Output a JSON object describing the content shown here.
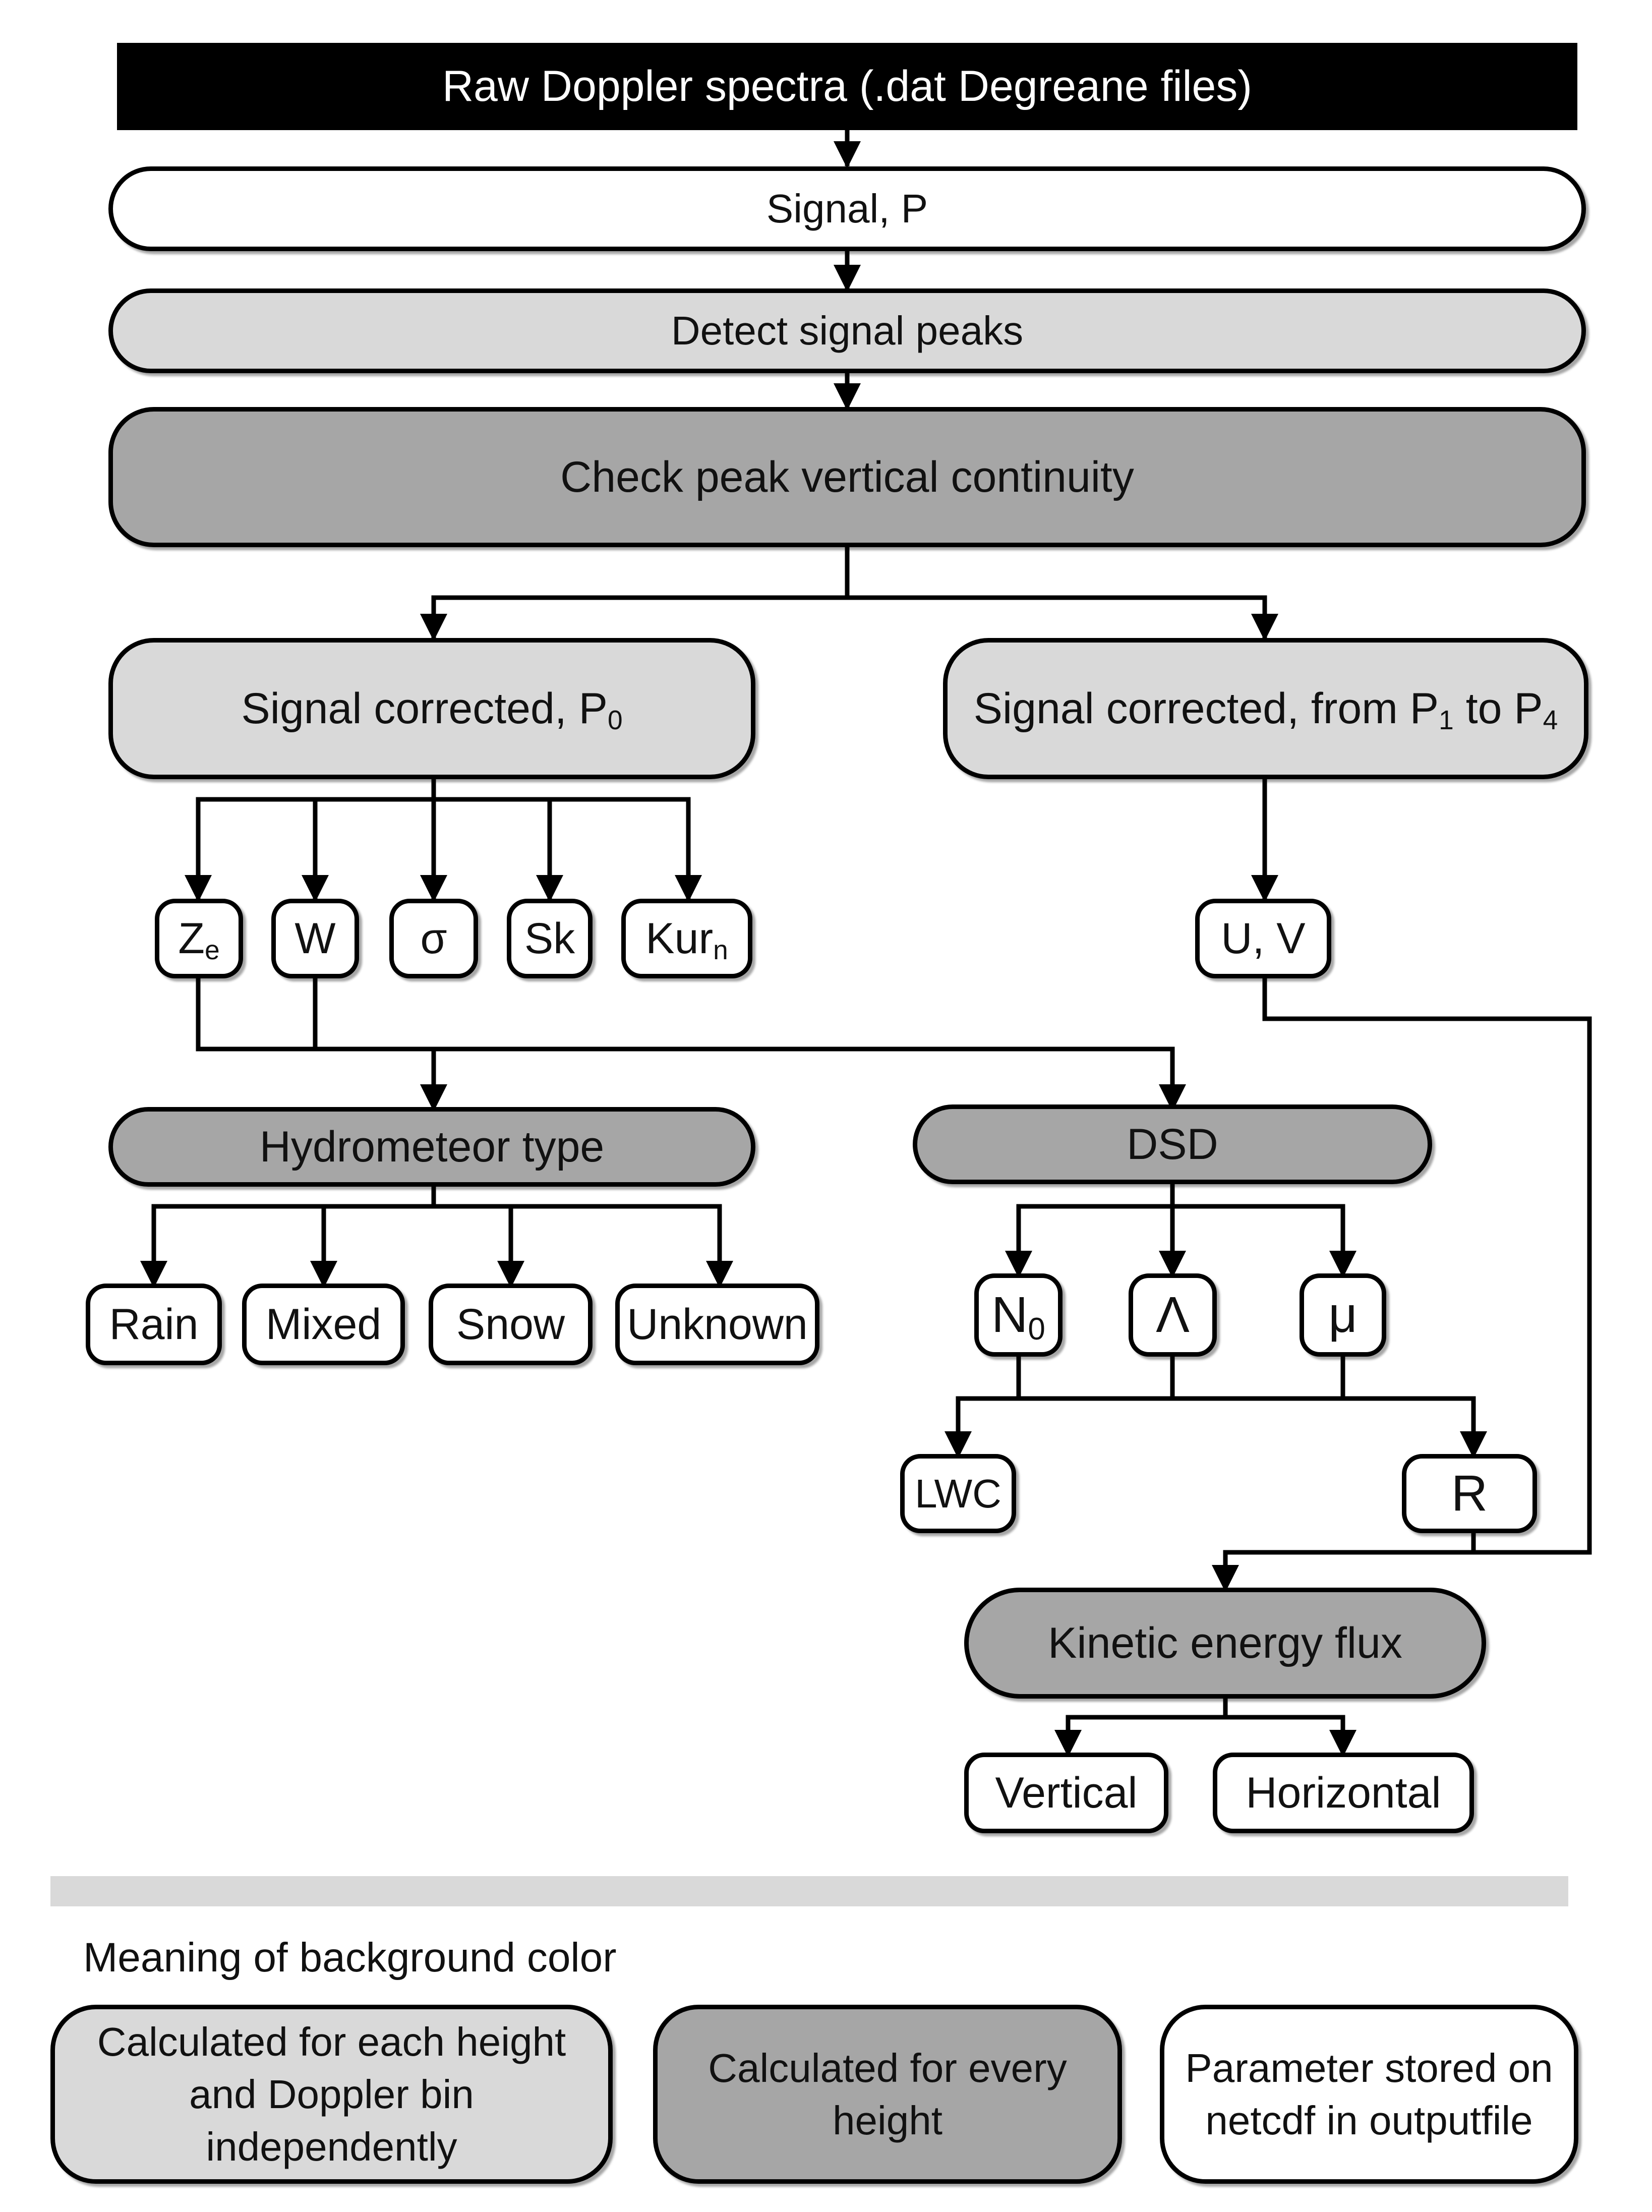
{
  "flow": {
    "raw": "Raw Doppler spectra (.dat Degreane files)",
    "signal": "Signal, P",
    "detect": "Detect signal peaks",
    "continuity": "Check peak vertical continuity",
    "corrected_p0": "Signal corrected, P",
    "corrected_p0_sub": "0",
    "corrected_p1p4_a": "Signal corrected, from P",
    "corrected_p1p4_sub1": "1",
    "corrected_p1p4_b": " to P",
    "corrected_p1p4_sub2": "4"
  },
  "moments": {
    "ze": "Z",
    "ze_sub": "e",
    "w": "W",
    "sigma": "σ",
    "sk": "Sk",
    "kurn": "Kur",
    "kurn_sub": "n",
    "uv": "U, V"
  },
  "hydrometeor": {
    "title": "Hydrometeor type",
    "rain": "Rain",
    "mixed": "Mixed",
    "snow": "Snow",
    "unknown": "Unknown"
  },
  "dsd": {
    "title": "DSD",
    "n0": "N",
    "n0_sub": "0",
    "lambda": "Λ",
    "mu": "μ",
    "lwc": "LWC",
    "r": "R"
  },
  "energy": {
    "title": "Kinetic energy flux",
    "vertical": "Vertical",
    "horizontal": "Horizontal"
  },
  "legend": {
    "title": "Meaning of background color",
    "light": "Calculated for each height and Doppler bin independently",
    "dark": "Calculated for every height",
    "white": "Parameter stored on netcdf in outputfile"
  },
  "colors": {
    "light_fill": "#d9d9d9",
    "dark_fill": "#a6a6a6",
    "white_fill": "#ffffff",
    "title_fill": "#000000"
  }
}
